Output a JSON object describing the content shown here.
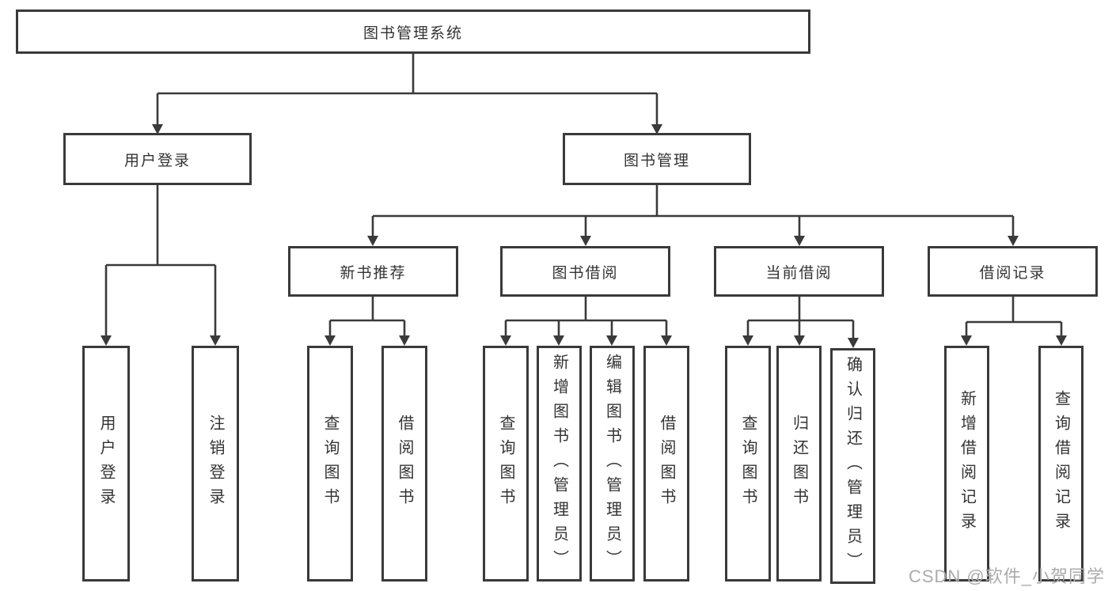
{
  "tree": {
    "root": "图书管理系统",
    "level2": {
      "user_login": {
        "label": "用户登录",
        "children": {
          "login": "用户登录",
          "logout": "注销登录"
        }
      },
      "book_mgmt": {
        "label": "图书管理",
        "modules": {
          "new_book": {
            "label": "新书推荐",
            "children": {
              "query": "查询图书",
              "borrow": "借阅图书"
            }
          },
          "book_borrow": {
            "label": "图书借阅",
            "children": {
              "query": "查询图书",
              "add": "新增图书（管理员）",
              "edit": "编辑图书（管理员）",
              "borrow": "借阅图书"
            }
          },
          "current_borrow": {
            "label": "当前借阅",
            "children": {
              "query": "查询图书",
              "return": "归还图书",
              "confirm": "确认归还（管理员）"
            }
          },
          "borrow_record": {
            "label": "借阅记录",
            "children": {
              "add": "新增借阅记录",
              "query": "查询借阅记录"
            }
          }
        }
      }
    }
  },
  "watermark": {
    "text": "CSDN @软件_小贺同学"
  },
  "colors": {
    "line": "#3a3a3a",
    "text": "#333333",
    "watermark": "#ababab",
    "background": "#ffffff"
  }
}
